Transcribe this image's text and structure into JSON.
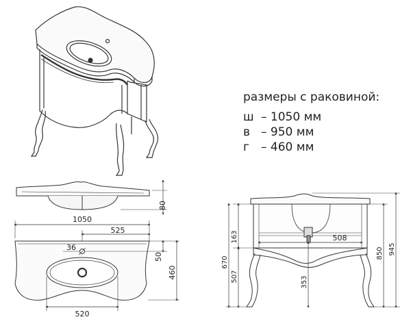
{
  "specs": {
    "title": "размеры с раковиной:",
    "rows": [
      {
        "key": "ш",
        "value": "– 1050 мм"
      },
      {
        "key": "в",
        "value": "– 950 мм"
      },
      {
        "key": "г",
        "value": "– 460 мм"
      }
    ]
  },
  "side_view": {
    "height": "80"
  },
  "top_view": {
    "width_total": "1050",
    "half_width": "525",
    "hole_diameter": "36",
    "hole_offset": "50",
    "depth": "460",
    "bowl_width": "520"
  },
  "front_view": {
    "top_section": "163",
    "drawer_width": "508",
    "leg_height": "507",
    "cabinet_height": "670",
    "pipe_height": "353",
    "height_850": "850",
    "height_total": "945"
  }
}
